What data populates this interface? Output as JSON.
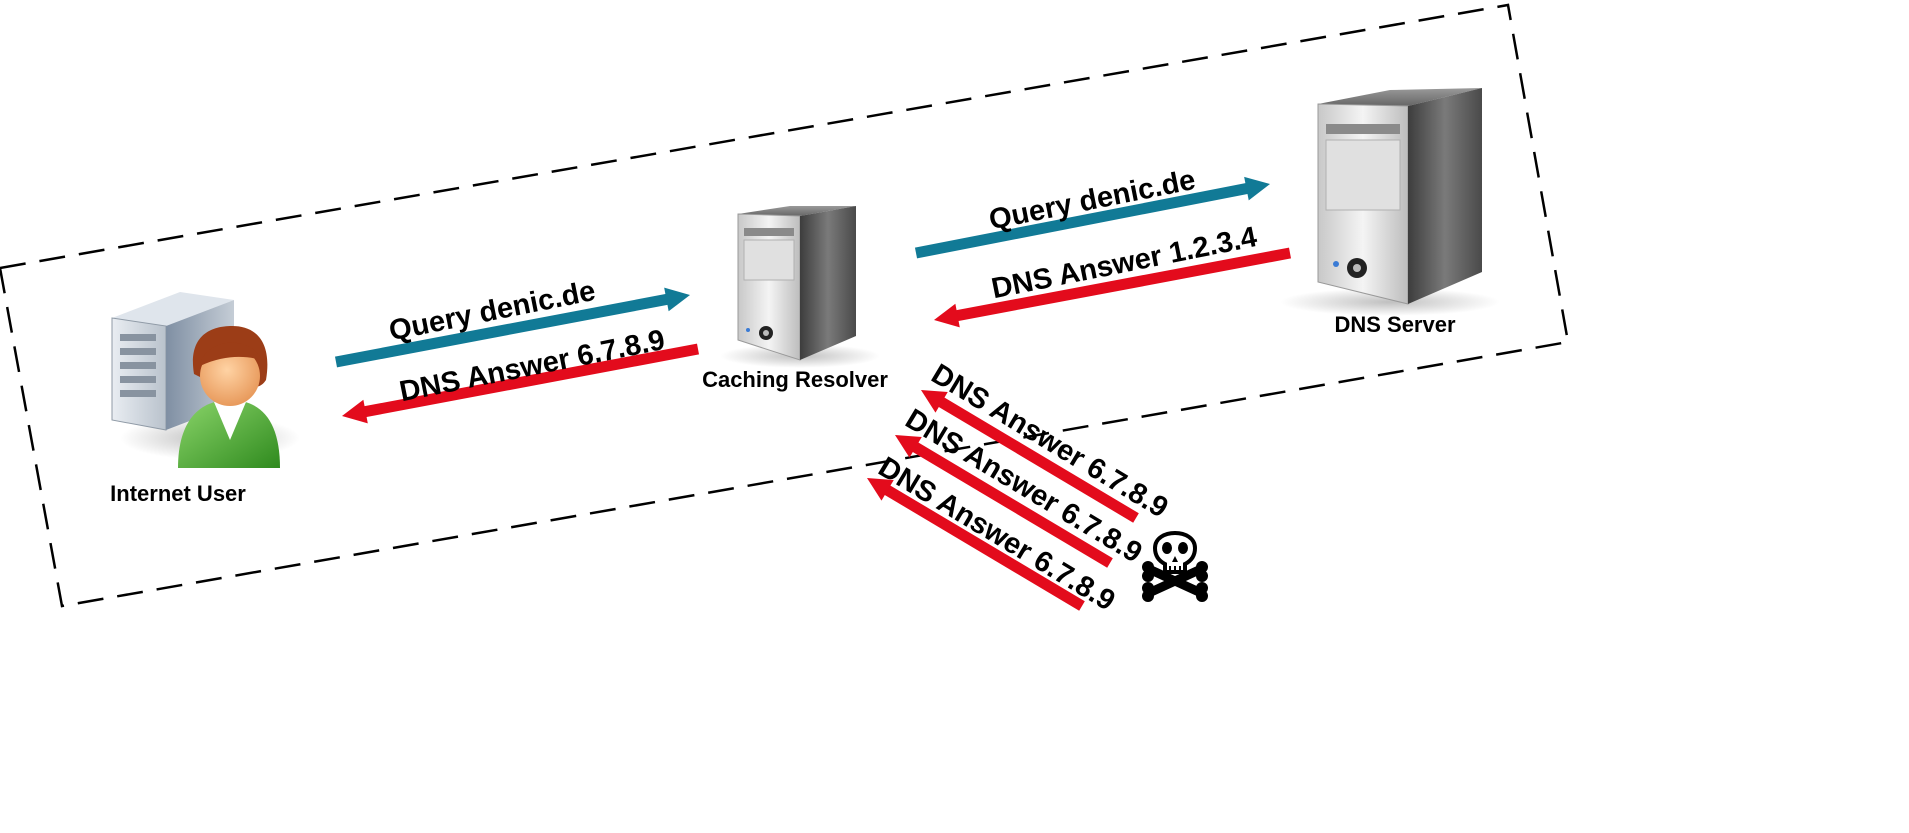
{
  "nodes": {
    "internet_user": {
      "label": "Internet User"
    },
    "caching_resolver": {
      "label": "Caching Resolver"
    },
    "dns_server": {
      "label": "DNS Server"
    }
  },
  "arrows": {
    "user_query": {
      "label": "Query denic.de"
    },
    "user_answer": {
      "label": "DNS Answer 6.7.8.9"
    },
    "resolver_query": {
      "label": "Query denic.de"
    },
    "server_answer": {
      "label": "DNS Answer 1.2.3.4"
    },
    "spoof_1": {
      "label": "DNS Answer 6.7.8.9"
    },
    "spoof_2": {
      "label": "DNS Answer 6.7.8.9"
    },
    "spoof_3": {
      "label": "DNS Answer 6.7.8.9"
    }
  },
  "attacker": {
    "icon": "skull-crossbones-icon"
  },
  "colors": {
    "query": "#117a96",
    "answer": "#e30b1c",
    "boundary": "#000000"
  }
}
